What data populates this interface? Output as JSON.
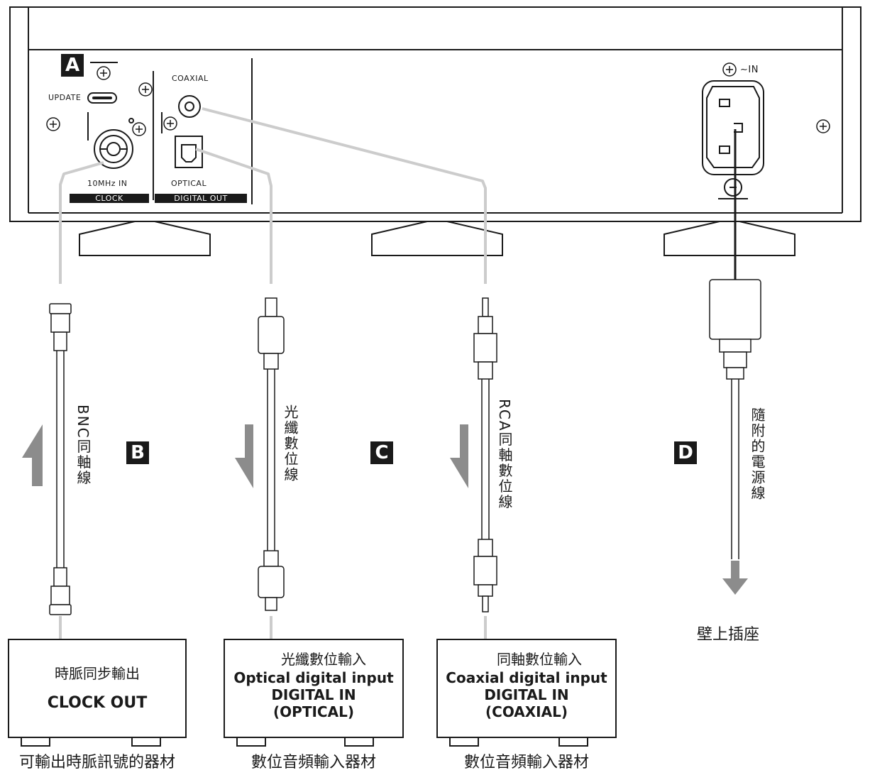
{
  "panel": {
    "section_badge": "A",
    "update_label": "UPDATE",
    "coaxial_label": "COAXIAL",
    "clock_in_label": "10MHz IN",
    "optical_label": "OPTICAL",
    "clock_strip": "CLOCK",
    "digital_out_strip": "DIGITAL OUT",
    "ac_in_label": "∼IN"
  },
  "cables": [
    {
      "badge": "B",
      "name": "BNC同軸線"
    },
    {
      "badge": "C",
      "name": "光纖數位線"
    },
    {
      "name": "RCA同軸數位線"
    },
    {
      "badge": "D",
      "name": "隨附的電源線"
    }
  ],
  "devices": [
    {
      "line1": "時脈同步輸出",
      "line2": "CLOCK OUT",
      "caption": "可輸出時脈訊號的器材"
    },
    {
      "line1": "光纖數位輸入",
      "line2": "Optical digital input",
      "line3": "DIGITAL IN",
      "line4": "(OPTICAL)",
      "caption": "數位音頻輸入器材"
    },
    {
      "line1": "同軸數位輸入",
      "line2": "Coaxial digital input",
      "line3": "DIGITAL IN",
      "line4": "(COAXIAL)",
      "caption": "數位音頻輸入器材"
    }
  ],
  "wall_outlet": "壁上插座",
  "colors": {
    "ink": "#1a1a1a",
    "cable_gray": "#cccccc",
    "arrow_gray": "#8c8c8c"
  }
}
